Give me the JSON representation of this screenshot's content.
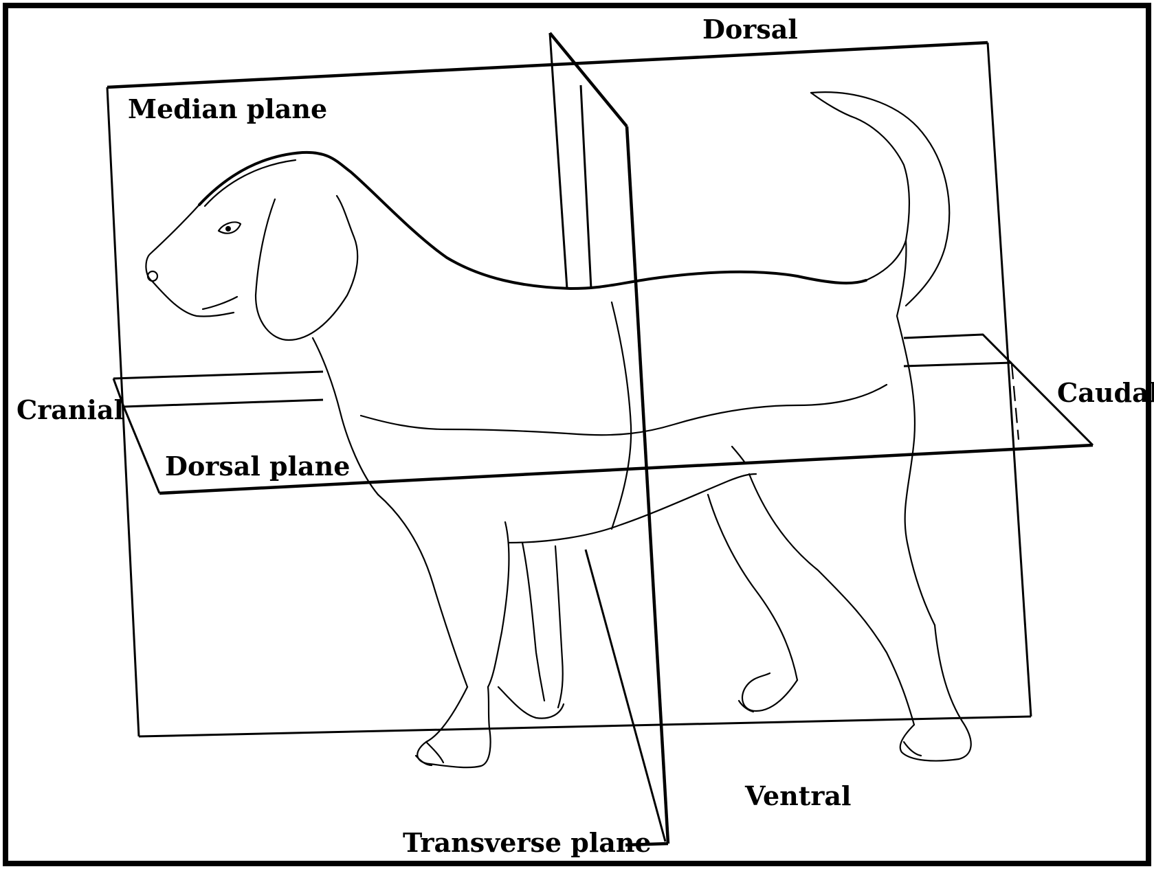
{
  "labels": {
    "dorsal": "Dorsal",
    "median_plane": "Median plane",
    "cranial": "Cranial",
    "caudal": "Caudal",
    "dorsal_plane": "Dorsal plane",
    "ventral": "Ventral",
    "transverse_plane": "Transverse plane"
  }
}
